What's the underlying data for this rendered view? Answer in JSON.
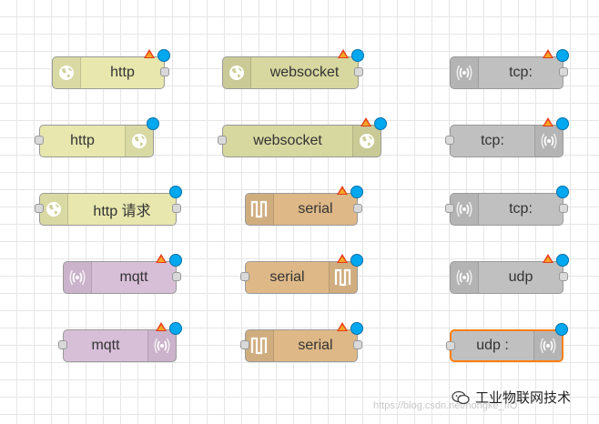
{
  "colors": {
    "http": "#e7e7ae",
    "websocket": "#d7d7a0",
    "mqtt": "#d8bfd8",
    "serial": "#deb887",
    "tcp": "#c0c0c0",
    "status_dot": "#00a8f0",
    "warning": "#e83b1a",
    "selected_border": "#ff7f0e"
  },
  "nodes": [
    {
      "id": "n1",
      "label": "http",
      "type": "http",
      "icon": "globe-icon",
      "icon_side": "left",
      "in_port": false,
      "out_port": true,
      "warning": true,
      "selected": false
    },
    {
      "id": "n2",
      "label": "websocket",
      "type": "websocket",
      "icon": "globe-icon",
      "icon_side": "left",
      "in_port": false,
      "out_port": true,
      "warning": true,
      "selected": false
    },
    {
      "id": "n3",
      "label": "tcp:",
      "type": "tcp",
      "icon": "signal-icon",
      "icon_side": "left",
      "in_port": false,
      "out_port": true,
      "warning": true,
      "selected": false
    },
    {
      "id": "n4",
      "label": "http",
      "type": "http",
      "icon": "globe-icon",
      "icon_side": "right",
      "in_port": true,
      "out_port": false,
      "warning": false,
      "selected": false
    },
    {
      "id": "n5",
      "label": "websocket",
      "type": "websocket",
      "icon": "globe-icon",
      "icon_side": "right",
      "in_port": true,
      "out_port": false,
      "warning": true,
      "selected": false
    },
    {
      "id": "n6",
      "label": "tcp:",
      "type": "tcp",
      "icon": "signal-icon",
      "icon_side": "right",
      "in_port": true,
      "out_port": false,
      "warning": true,
      "selected": false
    },
    {
      "id": "n7",
      "label": "http 请求",
      "type": "http",
      "icon": "globe-icon",
      "icon_side": "left",
      "in_port": true,
      "out_port": true,
      "warning": false,
      "selected": false
    },
    {
      "id": "n8",
      "label": "serial",
      "type": "serial",
      "icon": "serial-wave-icon",
      "icon_side": "left",
      "in_port": false,
      "out_port": true,
      "warning": true,
      "selected": false
    },
    {
      "id": "n9",
      "label": "tcp:",
      "type": "tcp",
      "icon": "signal-icon",
      "icon_side": "left",
      "in_port": true,
      "out_port": true,
      "warning": false,
      "selected": false
    },
    {
      "id": "n10",
      "label": "mqtt",
      "type": "mqtt",
      "icon": "signal-icon",
      "icon_side": "left",
      "in_port": false,
      "out_port": true,
      "warning": true,
      "selected": false
    },
    {
      "id": "n11",
      "label": "serial",
      "type": "serial",
      "icon": "serial-wave-icon",
      "icon_side": "right",
      "in_port": true,
      "out_port": false,
      "warning": true,
      "selected": false
    },
    {
      "id": "n12",
      "label": "udp",
      "type": "tcp",
      "icon": "signal-icon",
      "icon_side": "left",
      "in_port": false,
      "out_port": true,
      "warning": true,
      "selected": false
    },
    {
      "id": "n13",
      "label": "mqtt",
      "type": "mqtt",
      "icon": "signal-icon",
      "icon_side": "right",
      "in_port": true,
      "out_port": false,
      "warning": true,
      "selected": false
    },
    {
      "id": "n14",
      "label": "serial",
      "type": "serial",
      "icon": "serial-wave-icon",
      "icon_side": "left",
      "in_port": true,
      "out_port": true,
      "warning": true,
      "selected": false
    },
    {
      "id": "n15",
      "label": "udp :",
      "type": "tcp",
      "icon": "signal-icon",
      "icon_side": "right",
      "in_port": true,
      "out_port": false,
      "warning": false,
      "selected": true
    }
  ],
  "watermark": "https://blog.csdn.net/hongke_IIO",
  "brand": {
    "text": "工业物联网技术",
    "icon": "wechat-icon"
  }
}
